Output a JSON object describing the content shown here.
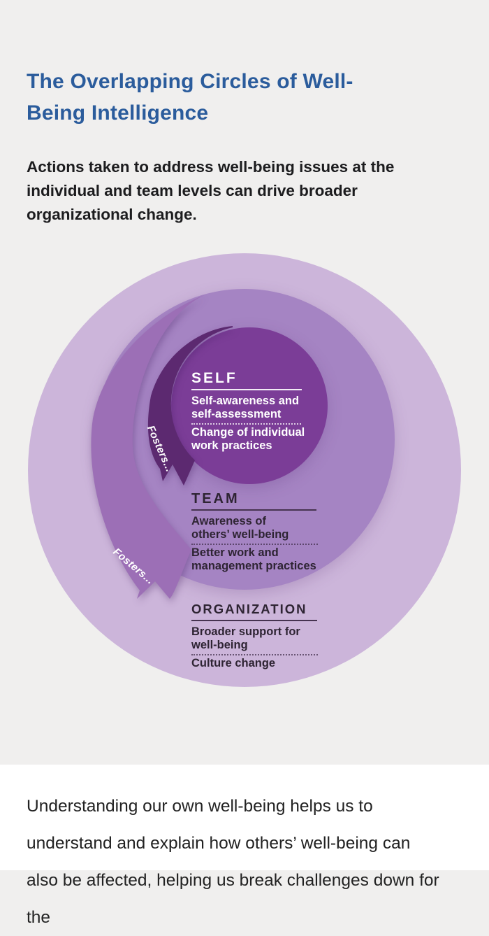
{
  "header": {
    "title_line1": "The Overlapping Circles of Well-",
    "title_line2": "Being Intelligence",
    "subtitle_line1": "Actions taken to address well-being issues at the",
    "subtitle_line2": "individual and team levels can drive broader",
    "subtitle_line3": "organizational change."
  },
  "colors": {
    "page_bg": "#f0efee",
    "title_blue": "#2b5c9c",
    "body_text": "#1c1c1e",
    "outer_circle": "#ccb5da",
    "middle_circle": "#a584c3",
    "inner_circle": "#7b3d97",
    "arrow_dark": "#5c2970",
    "arrow_medium": "#9c6fb6",
    "diagram_text_light": "#ffffff",
    "diagram_text_dark": "#2e2433",
    "footer_bg": "#ffffff"
  },
  "diagram": {
    "rings": [
      {
        "id": "self",
        "label": "SELF",
        "line1": "Self-awareness and",
        "line2": "self-assessment",
        "line3": "Change of individual",
        "line4": "work practices"
      },
      {
        "id": "team",
        "label": "TEAM",
        "line1": "Awareness of",
        "line2": "others’ well-being",
        "line3": "Better work and",
        "line4": "management practices"
      },
      {
        "id": "organization",
        "label": "ORGANIZATION",
        "line1": "Broader support for",
        "line2": "well-being",
        "line3": "Culture change"
      }
    ],
    "arrows": [
      {
        "label": "Fosters..."
      },
      {
        "label": "Fosters..."
      }
    ]
  },
  "footer": {
    "line1": "Understanding our own well-being helps us to",
    "line2": "understand and explain how others’ well-being can",
    "line3": "also be affected, helping us break challenges down for the"
  }
}
